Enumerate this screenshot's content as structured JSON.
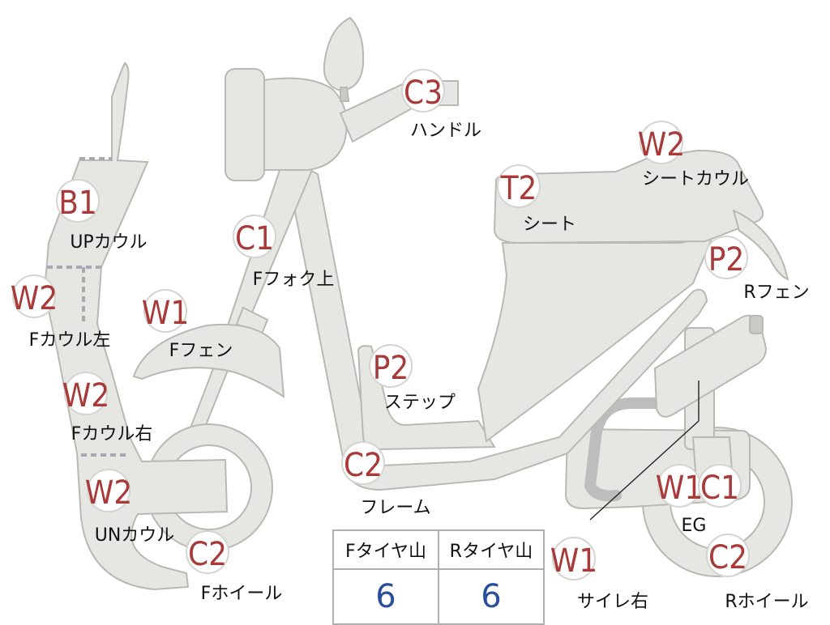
{
  "callouts": [
    {
      "id": "up-cowl",
      "code": "B1",
      "label": "UPカウル"
    },
    {
      "id": "f-cowl-left",
      "code": "W2",
      "label": "Fカウル左"
    },
    {
      "id": "f-cowl-right",
      "code": "W2",
      "label": "Fカウル右"
    },
    {
      "id": "un-cowl",
      "code": "W2",
      "label": "UNカウル"
    },
    {
      "id": "f-fender",
      "code": "W1",
      "label": "Fフェン"
    },
    {
      "id": "f-fork-upper",
      "code": "C1",
      "label": "Fフォク上"
    },
    {
      "id": "handle",
      "code": "C3",
      "label": "ハンドル"
    },
    {
      "id": "step",
      "code": "P2",
      "label": "ステップ"
    },
    {
      "id": "frame",
      "code": "C2",
      "label": "フレーム"
    },
    {
      "id": "f-wheel",
      "code": "C2",
      "label": "Fホイール"
    },
    {
      "id": "seat",
      "code": "T2",
      "label": "シート"
    },
    {
      "id": "seat-cowl",
      "code": "W2",
      "label": "シートカウル"
    },
    {
      "id": "r-fender",
      "code": "P2",
      "label": "Rフェン"
    },
    {
      "id": "eg",
      "code": "W1",
      "code2": "C1",
      "label": "EG"
    },
    {
      "id": "muffler-right",
      "code": "W1",
      "label": "サイレ右"
    },
    {
      "id": "r-wheel",
      "code": "C2",
      "label": "Rホイール"
    }
  ],
  "tire_tread": {
    "headers": [
      "Fタイヤ山",
      "Rタイヤ山"
    ],
    "values": [
      "6",
      "6"
    ]
  }
}
